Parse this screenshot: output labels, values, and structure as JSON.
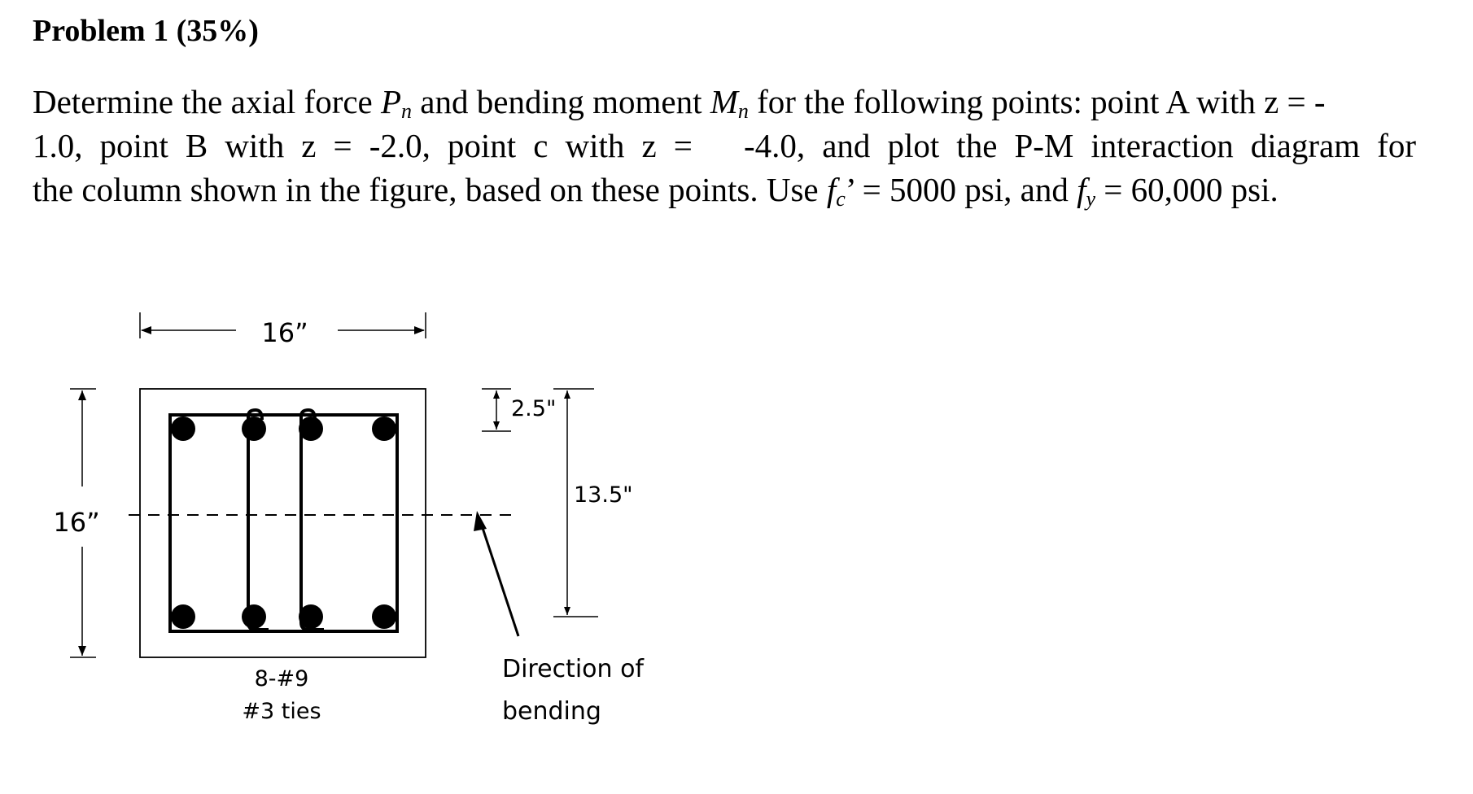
{
  "problem": {
    "title": "Problem 1 (35%)",
    "line1_prefix": "Determine the axial force ",
    "P": "P",
    "n1": "n",
    "line1_mid": " and bending moment ",
    "M": "M",
    "n2": "n",
    "line1_suffix": " for the following points: point A with z = -",
    "line2": "1.0, point B with z = -2.0, point c with z =   -4.0, and plot the P-M interaction diagram for",
    "line3_prefix": "the column shown in the figure, based on these points. Use ",
    "fc": "f",
    "fc_sub": "c",
    "fc_val": "’ = 5000 psi, and ",
    "fy": "f",
    "fy_sub": "y",
    "fy_val": " = 60,000 psi."
  },
  "figure": {
    "width_label": "16”",
    "height_label": "16”",
    "cover_label": "2.5\"",
    "depth_label": "13.5\"",
    "bars_label": "8-#9",
    "ties_label": "#3 ties",
    "direction_line1": "Direction of",
    "direction_line2": "bending"
  }
}
